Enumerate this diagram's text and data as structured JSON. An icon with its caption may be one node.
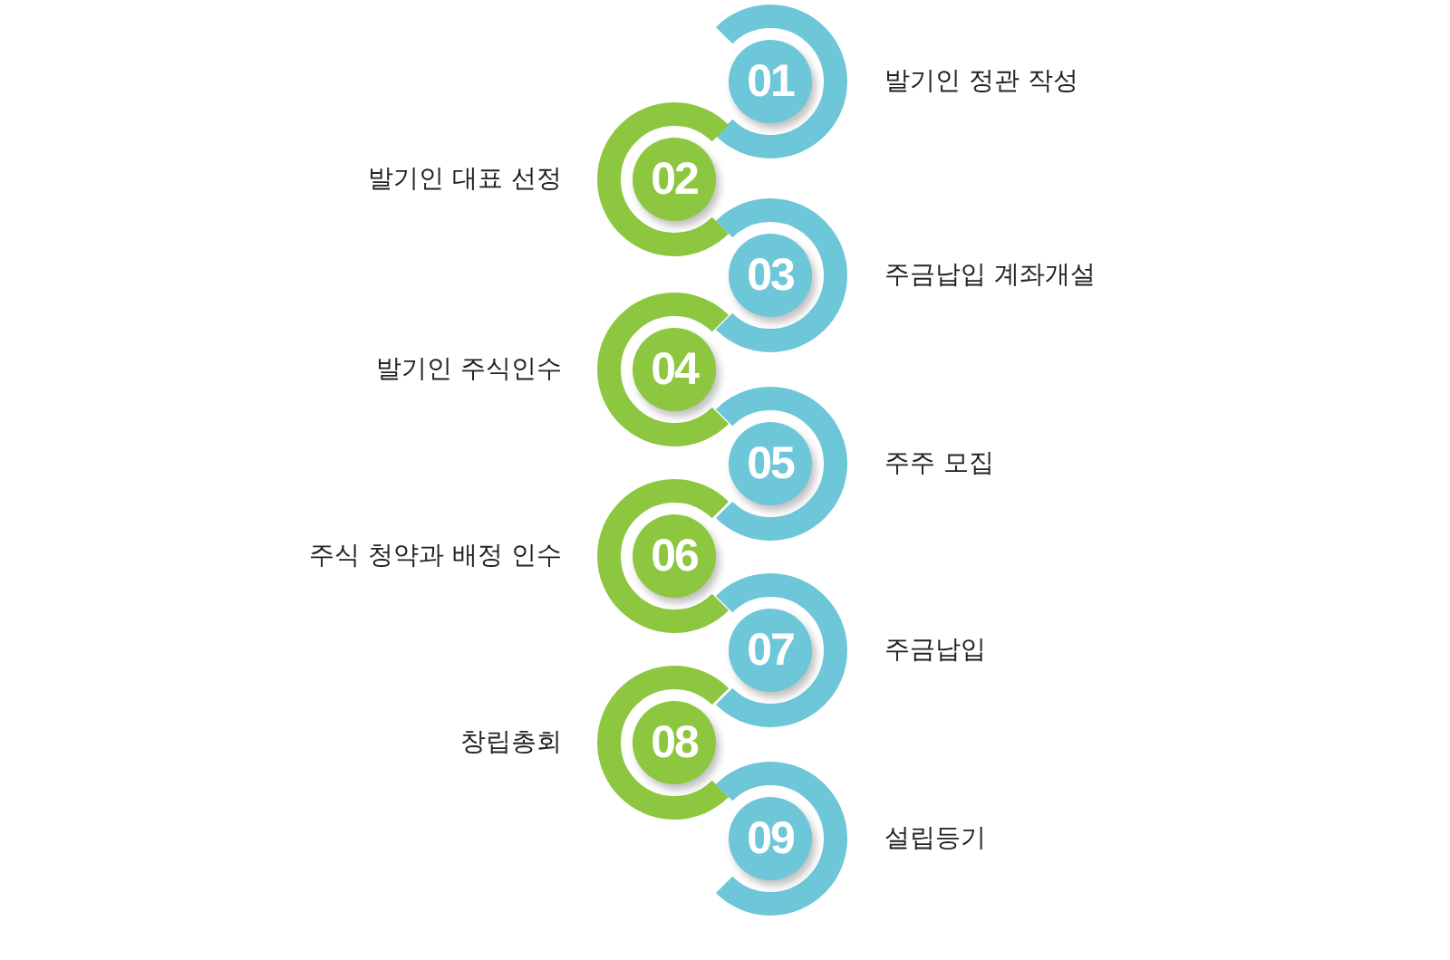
{
  "diagram": {
    "nodes": [
      {
        "text": [
          "01"
        ],
        "beside": [
          "발기인 정관 작성"
        ]
      },
      {
        "text": [
          "02"
        ],
        "beside": [
          "발기인 대표 선정"
        ]
      },
      {
        "text": [
          "03"
        ],
        "beside": [
          "주금납입 계좌개설"
        ]
      },
      {
        "text": [
          "04"
        ],
        "beside": [
          "발기인 주식인수"
        ]
      },
      {
        "text": [
          "05"
        ],
        "beside": [
          "주주 모집"
        ]
      },
      {
        "text": [
          "06"
        ],
        "beside": [
          "주식 청약과 배정 인수"
        ]
      },
      {
        "text": [
          "07"
        ],
        "beside": [
          "주금납입"
        ]
      },
      {
        "text": [
          "08"
        ],
        "beside": [
          "창립총회"
        ]
      },
      {
        "text": [
          "09"
        ],
        "beside": [
          "설립등기"
        ]
      }
    ]
  }
}
